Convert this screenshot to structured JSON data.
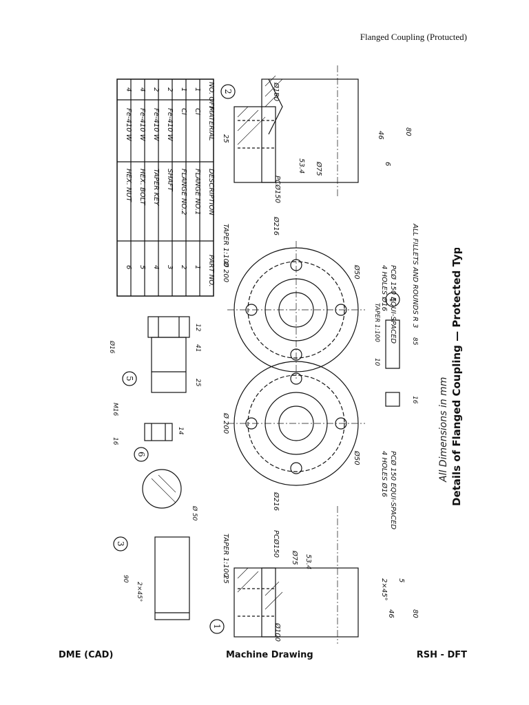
{
  "header": {
    "title": "Flanged Coupling (Protucted)"
  },
  "caption": {
    "line1": "All Dimensions in mm",
    "line2": "Details of Flanged Coupling — Protected Type"
  },
  "parts_table": {
    "headers": [
      "PART NO.",
      "DESCRIPTION",
      "MATERIAL",
      "NO. OFF"
    ],
    "rows": [
      [
        "6",
        "HEX. NUT",
        "Fe-410 W",
        "4"
      ],
      [
        "5",
        "HEX. BOLT",
        "Fe-410 W",
        "4"
      ],
      [
        "4",
        "TAPER KEY",
        "Fe-410 W",
        "2"
      ],
      [
        "3",
        "SHAFT",
        "Fe-410 W",
        "2"
      ],
      [
        "2",
        "FLANGE NO.2",
        "CI",
        "1"
      ],
      [
        "1",
        "FLANGE NO.1",
        "CI",
        "1"
      ]
    ]
  },
  "labels": {
    "part1": "1",
    "part2": "2",
    "part3": "3",
    "part4": "4",
    "part5": "5",
    "part6": "6",
    "dia100": "Ø100",
    "dia216": "Ø216",
    "pcd150": "PCØ150",
    "dia75": "Ø75",
    "dim53": "53.4",
    "taper": "TAPER 1:100",
    "dia200": "Ø 200",
    "dim25": "25",
    "dim46": "46",
    "dim80": "80",
    "dim90": "90",
    "dim85": "85",
    "dim41": "41",
    "dim12": "12",
    "dim14": "14",
    "chamfer": "2×45°",
    "dim5": "5",
    "dim6": "6",
    "holes": "4 HOLES Ø16",
    "equi": "PCØ 150 EQUI-SPACED",
    "fillets": "ALL FILLETS AND ROUNDS R 3",
    "m16": "M16",
    "key_w": "16",
    "key_h": "10",
    "shaft_dia": "Ø 50",
    "bore": "Ø50",
    "bolt_dia": "Ø16",
    "nut_dia": "16"
  },
  "footer": {
    "left": "DME (CAD)",
    "center": "Machine Drawing",
    "right": "RSH - DFT"
  }
}
